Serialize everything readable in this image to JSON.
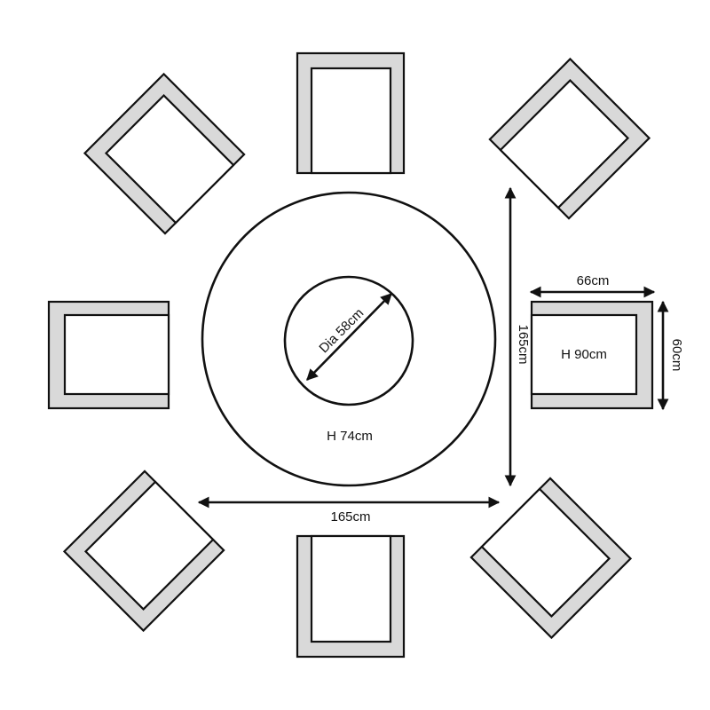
{
  "labels": {
    "table_height": "H 74cm",
    "inner_diameter": "Dia 58cm",
    "width_vertical": "165cm",
    "width_horizontal": "165cm",
    "chair_width": "66cm",
    "chair_depth": "60cm",
    "chair_height": "H 90cm"
  },
  "colors": {
    "stroke": "#111111",
    "chair_frame": "#d9d9d9",
    "background": "#ffffff"
  },
  "chair_count": 8
}
